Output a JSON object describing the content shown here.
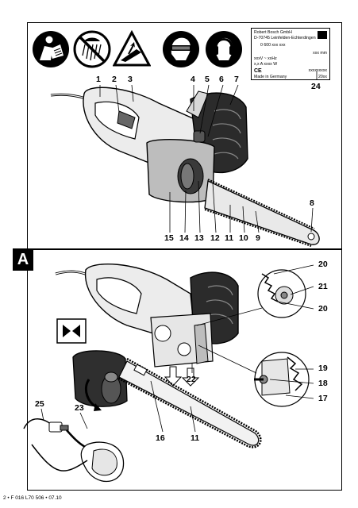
{
  "section_label": "A",
  "safety_icons": [
    {
      "name": "read-manual-icon"
    },
    {
      "name": "no-rain-icon"
    },
    {
      "name": "kickback-warning-icon"
    },
    {
      "name": "wear-eye-protection-icon"
    },
    {
      "name": "wear-ear-protection-icon"
    }
  ],
  "nameplate": {
    "company": "Robert Bosch GmbH",
    "address": "D-70745 Leinfelden-Echterdingen",
    "part_no": "0 600 xxx xxx",
    "length": "xxx mm",
    "voltage": "xxxV ~ xxHz",
    "amps": "x,x A xxxx W",
    "serial": "xxxxxxxxx",
    "country": "Made in Germany",
    "year": "20xx",
    "ce": "CE"
  },
  "callouts_top": [
    "1",
    "2",
    "3",
    "4",
    "5",
    "6",
    "7",
    "8",
    "9",
    "10",
    "11",
    "12",
    "13",
    "14",
    "15",
    "24"
  ],
  "callouts_bottom": [
    "16",
    "17",
    "18",
    "19",
    "20",
    "20",
    "21",
    "22",
    "23",
    "25",
    "11"
  ],
  "footer": "2 • F 016 L70 506 • 07.10",
  "colors": {
    "primary": "#000000",
    "light_grey": "#e6e6e6",
    "mid_grey": "#9a9a9a",
    "dark": "#2b2b2b"
  }
}
